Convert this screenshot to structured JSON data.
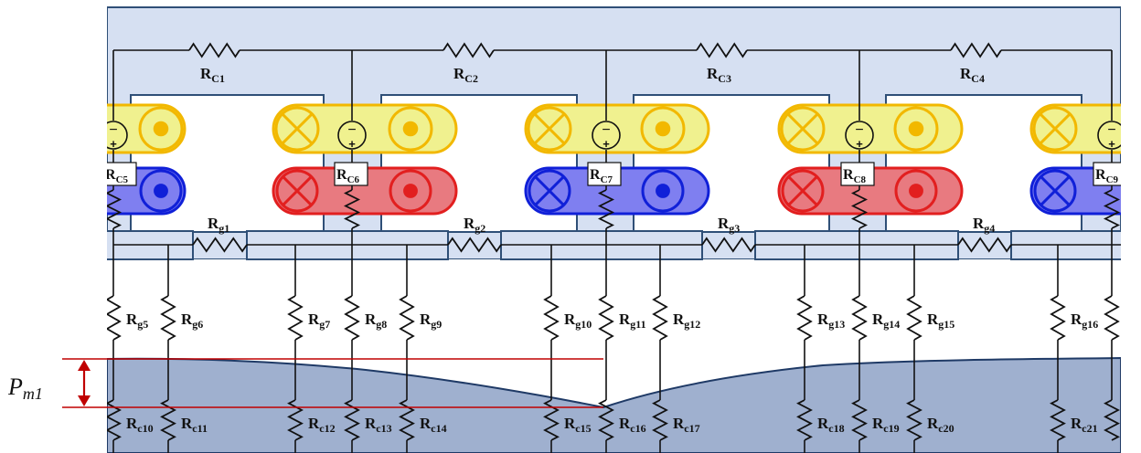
{
  "colors": {
    "stator_fill": "#d6e0f2",
    "stator_edge": "#2f4f77",
    "rotor_fill": "#9fb0cf",
    "rotor_edge": "#1f3a66",
    "wire": "#111111",
    "yellow_fill": "#f0f18f",
    "yellow_edge": "#f2b800",
    "red_fill": "#e87a80",
    "red_edge": "#e21f1f",
    "blue_fill": "#7f7ff0",
    "blue_edge": "#1020d8",
    "dimension": "#c00000"
  },
  "labels": {
    "pm_main": "P",
    "pm_sub": "m1",
    "rc_top": [
      {
        "main": "R",
        "sub": "C1"
      },
      {
        "main": "R",
        "sub": "C2"
      },
      {
        "main": "R",
        "sub": "C3"
      },
      {
        "main": "R",
        "sub": "C4"
      }
    ],
    "rc_box": [
      {
        "main": "R",
        "sub": "C5"
      },
      {
        "main": "R",
        "sub": "C6"
      },
      {
        "main": "R",
        "sub": "C7"
      },
      {
        "main": "R",
        "sub": "C8"
      },
      {
        "main": "R",
        "sub": "C9"
      }
    ],
    "rg_horiz": [
      {
        "main": "R",
        "sub": "g1"
      },
      {
        "main": "R",
        "sub": "g2"
      },
      {
        "main": "R",
        "sub": "g3"
      },
      {
        "main": "R",
        "sub": "g4"
      }
    ],
    "rg_vert": [
      {
        "main": "R",
        "sub": "g5"
      },
      {
        "main": "R",
        "sub": "g6"
      },
      {
        "main": "R",
        "sub": "g7"
      },
      {
        "main": "R",
        "sub": "g8"
      },
      {
        "main": "R",
        "sub": "g9"
      },
      {
        "main": "R",
        "sub": "g10"
      },
      {
        "main": "R",
        "sub": "g11"
      },
      {
        "main": "R",
        "sub": "g12"
      },
      {
        "main": "R",
        "sub": "g13"
      },
      {
        "main": "R",
        "sub": "g14"
      },
      {
        "main": "R",
        "sub": "g15"
      },
      {
        "main": "R",
        "sub": "g16"
      }
    ],
    "rc_bottom": [
      {
        "main": "R",
        "sub": "c10"
      },
      {
        "main": "R",
        "sub": "c11"
      },
      {
        "main": "R",
        "sub": "c12"
      },
      {
        "main": "R",
        "sub": "c13"
      },
      {
        "main": "R",
        "sub": "c14"
      },
      {
        "main": "R",
        "sub": "c15"
      },
      {
        "main": "R",
        "sub": "c16"
      },
      {
        "main": "R",
        "sub": "c17"
      },
      {
        "main": "R",
        "sub": "c18"
      },
      {
        "main": "R",
        "sub": "c19"
      },
      {
        "main": "R",
        "sub": "c20"
      },
      {
        "main": "R",
        "sub": "c21"
      }
    ],
    "source_minus": "−",
    "source_plus": "+"
  }
}
